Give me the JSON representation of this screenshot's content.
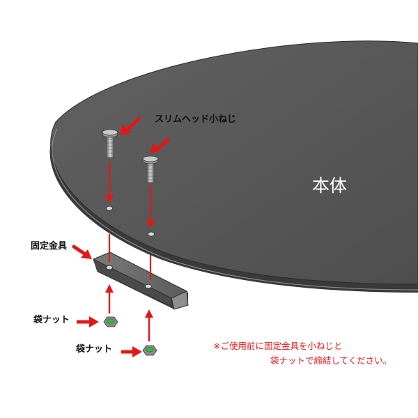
{
  "labels": {
    "screw": "スリムヘッド小ねじ",
    "body": "本体",
    "bracket": "固定金具",
    "nut_1": "袋ナット",
    "nut_2": "袋ナット"
  },
  "note": {
    "line_1": "※ご使用前に固定金具を小ねじと",
    "line_2": "袋ナットで締結してください。"
  },
  "colors": {
    "arrow": "#e21818",
    "tabletop": "#5a5a5a",
    "tabletop_edge": "#3a3a3a",
    "note_text": "#e21818",
    "nut_cap": "#2fbf3a"
  }
}
